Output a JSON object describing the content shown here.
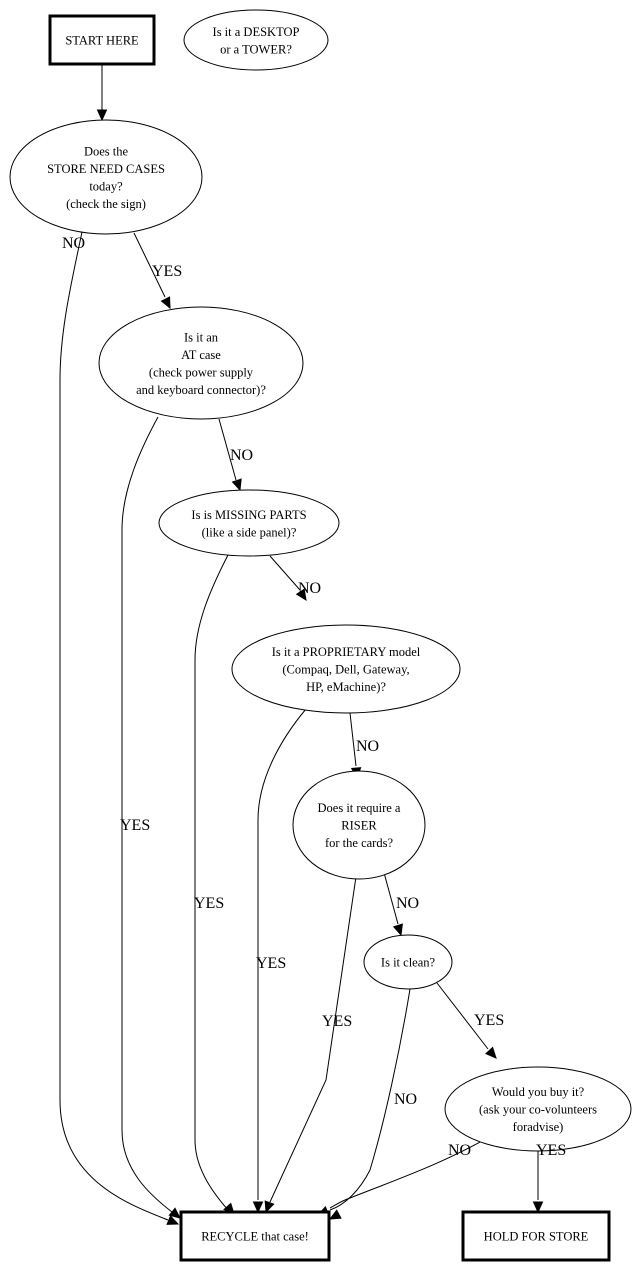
{
  "diagram": {
    "title": "Computer case triage flowchart",
    "nodes": {
      "start": {
        "shape": "box",
        "lines": [
          "START HERE"
        ]
      },
      "desktop": {
        "shape": "ellipse",
        "lines": [
          "Is it a DESKTOP",
          "or a TOWER?"
        ]
      },
      "need": {
        "shape": "ellipse",
        "lines": [
          "Does the",
          "STORE NEED CASES",
          "today?",
          "(check the sign)"
        ]
      },
      "at": {
        "shape": "ellipse",
        "lines": [
          "Is it an",
          "AT case",
          "(check power supply",
          "and keyboard connector)?"
        ]
      },
      "missing": {
        "shape": "ellipse",
        "lines": [
          "Is is MISSING PARTS",
          "(like a side panel)?"
        ]
      },
      "prop": {
        "shape": "ellipse",
        "lines": [
          "Is it a PROPRIETARY model",
          "(Compaq, Dell, Gateway,",
          "HP, eMachine)?"
        ]
      },
      "riser": {
        "shape": "ellipse",
        "lines": [
          "Does it require a",
          "RISER",
          "for the cards?"
        ]
      },
      "clean": {
        "shape": "ellipse",
        "lines": [
          "Is it clean?"
        ]
      },
      "buy": {
        "shape": "ellipse",
        "lines": [
          "Would you buy it?",
          "(ask your co-volunteers",
          "foradvise)"
        ]
      },
      "recycle": {
        "shape": "box",
        "lines": [
          "RECYCLE that case!"
        ]
      },
      "hold": {
        "shape": "box",
        "lines": [
          "HOLD FOR STORE"
        ]
      }
    },
    "edges": [
      {
        "from": "start",
        "to": "need",
        "label": ""
      },
      {
        "from": "need",
        "to": "recycle",
        "label": "NO"
      },
      {
        "from": "need",
        "to": "at",
        "label": "YES"
      },
      {
        "from": "at",
        "to": "recycle",
        "label": "YES"
      },
      {
        "from": "at",
        "to": "missing",
        "label": "NO"
      },
      {
        "from": "missing",
        "to": "recycle",
        "label": "YES"
      },
      {
        "from": "missing",
        "to": "prop",
        "label": "NO"
      },
      {
        "from": "prop",
        "to": "recycle",
        "label": "YES"
      },
      {
        "from": "prop",
        "to": "riser",
        "label": "NO"
      },
      {
        "from": "riser",
        "to": "recycle",
        "label": "YES"
      },
      {
        "from": "riser",
        "to": "clean",
        "label": "NO"
      },
      {
        "from": "clean",
        "to": "recycle",
        "label": "NO"
      },
      {
        "from": "clean",
        "to": "buy",
        "label": "YES"
      },
      {
        "from": "buy",
        "to": "recycle",
        "label": "NO"
      },
      {
        "from": "buy",
        "to": "hold",
        "label": "YES"
      }
    ]
  }
}
